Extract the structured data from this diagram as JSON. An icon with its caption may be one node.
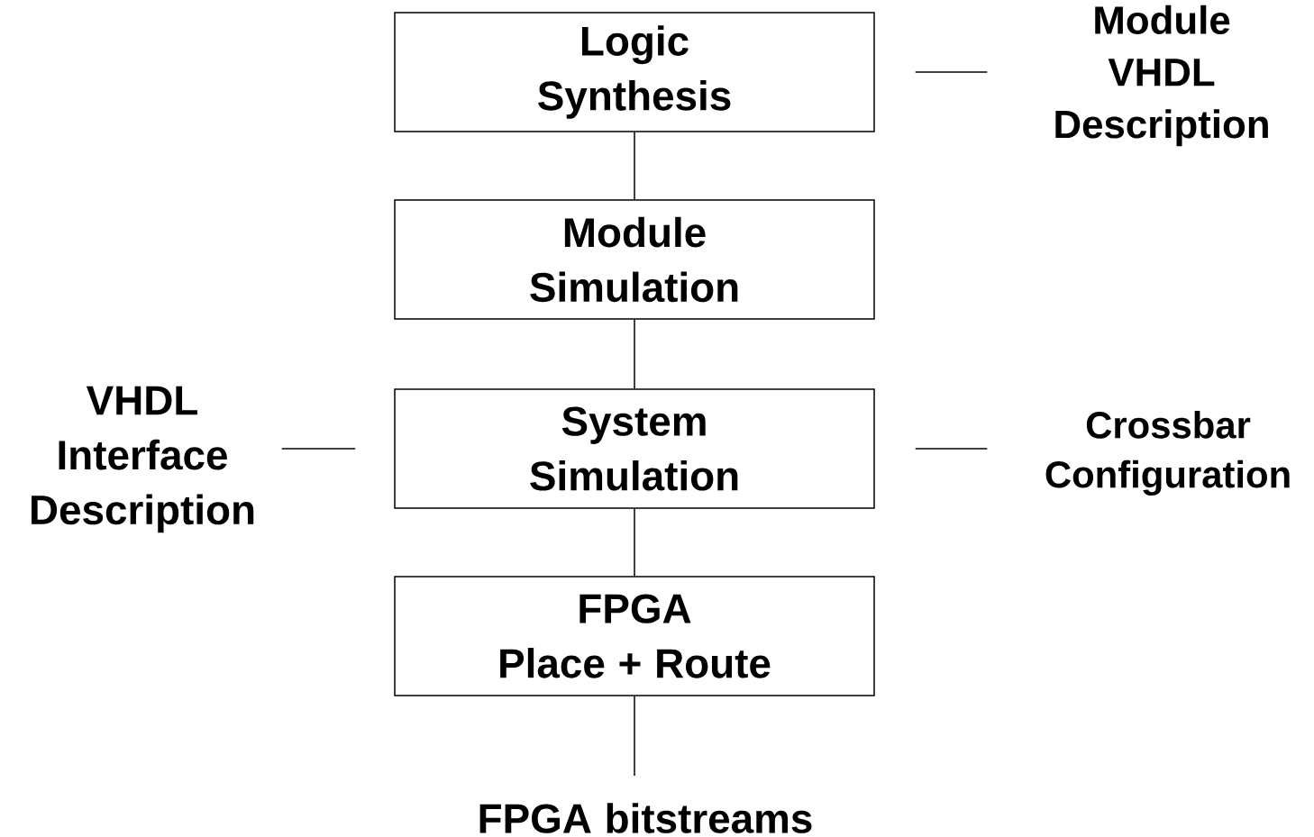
{
  "diagram": {
    "nodes": [
      {
        "text": [
          "Logic Synthesis"
        ]
      },
      {
        "text": [
          "Module Simulation"
        ]
      },
      {
        "text": [
          "System Simulation"
        ]
      },
      {
        "text": [
          "FPGA",
          "Place + Route"
        ]
      },
      {
        "text": [
          "Module VHDL Description"
        ]
      },
      {
        "text": [
          "VHDL Interface Description"
        ]
      },
      {
        "text": [
          "Crossbar Configuration"
        ]
      },
      {
        "text": [
          "FPGA bitstreams"
        ]
      }
    ],
    "edges": [
      {
        "from": 0,
        "to": 1,
        "arrow": "none"
      },
      {
        "from": 1,
        "to": 2,
        "arrow": "none"
      },
      {
        "from": 2,
        "to": 3,
        "arrow": "none"
      },
      {
        "from": 4,
        "to": 0,
        "arrow": "none"
      },
      {
        "from": 5,
        "to": 2,
        "arrow": "none"
      },
      {
        "from": 6,
        "to": 2,
        "arrow": "none"
      },
      {
        "from": 3,
        "to": 7,
        "arrow": "none"
      }
    ]
  }
}
